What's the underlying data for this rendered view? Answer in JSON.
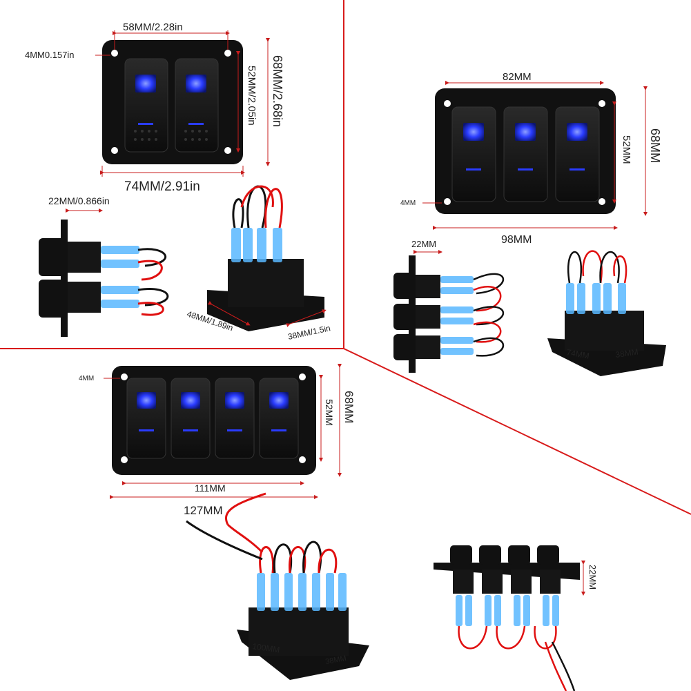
{
  "colors": {
    "panel": "#111111",
    "switch": "#1a1a1a",
    "led": "#2a3cff",
    "red_line": "#d81b1b",
    "wire_red": "#e01010",
    "wire_black": "#111111",
    "connector": "#59b8ff",
    "dim_line": "#c81c1c"
  },
  "panel2": {
    "width_top": "58MM/2.28in",
    "hole": "4MM0.157in",
    "inner_h": "52MM/2.05in",
    "outer_h": "68MM/2.68in",
    "outer_w": "74MM/2.91in"
  },
  "panel2_side": {
    "depth": "22MM/0.866in"
  },
  "panel2_back": {
    "w": "48MM/1.89in",
    "h": "38MM/1.5in"
  },
  "panel3": {
    "width_top": "82MM",
    "hole": "4MM",
    "inner_h": "52MM",
    "outer_h": "68MM",
    "outer_w": "98MM"
  },
  "panel3_side": {
    "depth": "22MM"
  },
  "panel3_back": {
    "w": "74MM",
    "h": "38MM"
  },
  "panel4": {
    "hole": "4MM",
    "inner_h": "52MM",
    "outer_h": "68MM",
    "inner_w": "111MM",
    "outer_w": "127MM"
  },
  "panel4_back": {
    "w": "100MM",
    "h": "38MM"
  },
  "panel4_side": {
    "depth": "22MM"
  }
}
